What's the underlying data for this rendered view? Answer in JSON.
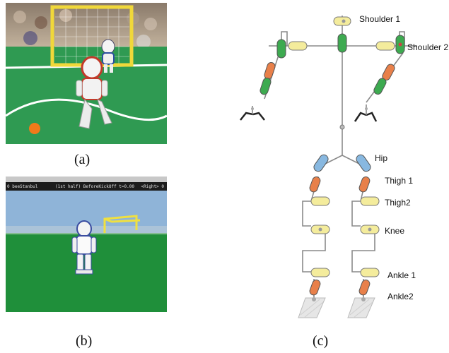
{
  "captions": {
    "a": "(a)",
    "b": "(b)",
    "c": "(c)"
  },
  "sim": {
    "status_left": "0 beeStanbul",
    "status_mid": "(1st half) BeforeKickOff t=0.00",
    "status_right": "<Right> 0"
  },
  "joints": {
    "shoulder1": "Shoulder 1",
    "shoulder2": "Shoulder 2",
    "hip": "Hip",
    "thigh1": "Thigh 1",
    "thigh2": "Thigh2",
    "knee": "Knee",
    "ankle1": "Ankle 1",
    "ankle2": "Ankle2"
  },
  "colors": {
    "yellow_joint": "#f4ec9c",
    "green_joint": "#3daa50",
    "orange_joint": "#e8804a",
    "blue_joint": "#88b8e0",
    "field_green": "#1f8f3a",
    "sky_blue": "#8fb4d8"
  }
}
